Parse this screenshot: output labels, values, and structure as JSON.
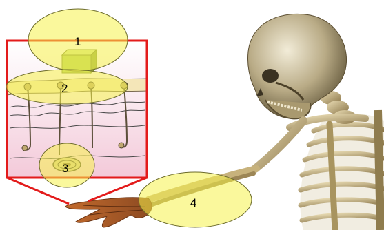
{
  "diagram": {
    "callouts": [
      {
        "label": "1"
      },
      {
        "label": "2"
      },
      {
        "label": "3"
      },
      {
        "label": "4"
      }
    ],
    "colors": {
      "frame": "#e31b1b",
      "highlight_fill": "#f6f24a",
      "highlight_stroke": "#6b6a2a",
      "bone": "#c9b27a",
      "bone_shadow": "#6f5f3a",
      "skin": "#f7d9e4",
      "nerve": "#7a6a50",
      "hand": "#b9672f",
      "block": "#b7cf5a"
    }
  }
}
